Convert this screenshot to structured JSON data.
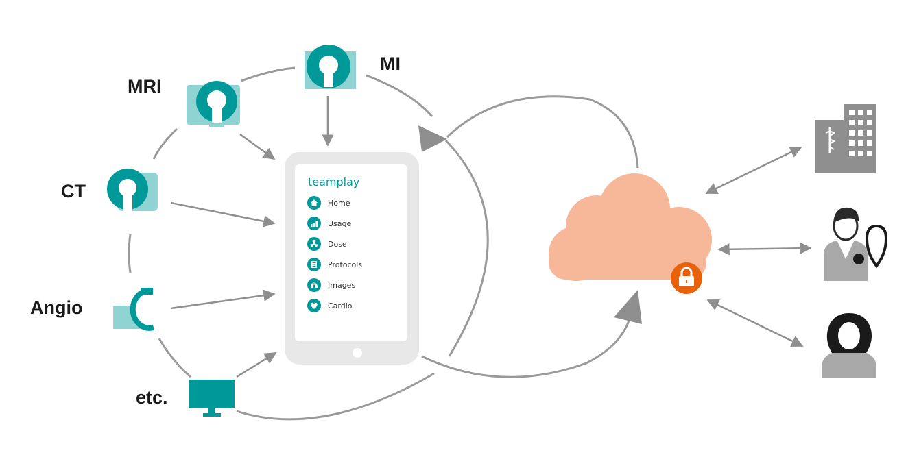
{
  "modalities": {
    "mri": "MRI",
    "mi": "MI",
    "ct": "CT",
    "angio": "Angio",
    "etc": "etc."
  },
  "app": {
    "title": "teamplay",
    "menu": [
      "Home",
      "Usage",
      "Dose",
      "Protocols",
      "Images",
      "Cardio"
    ]
  },
  "colors": {
    "teal": "#009999",
    "light_teal": "#8fd3d3",
    "cloud": "#f7b899",
    "lock": "#e8620c",
    "gray": "#8f8f8f",
    "tablet": "#e8e8e8"
  }
}
